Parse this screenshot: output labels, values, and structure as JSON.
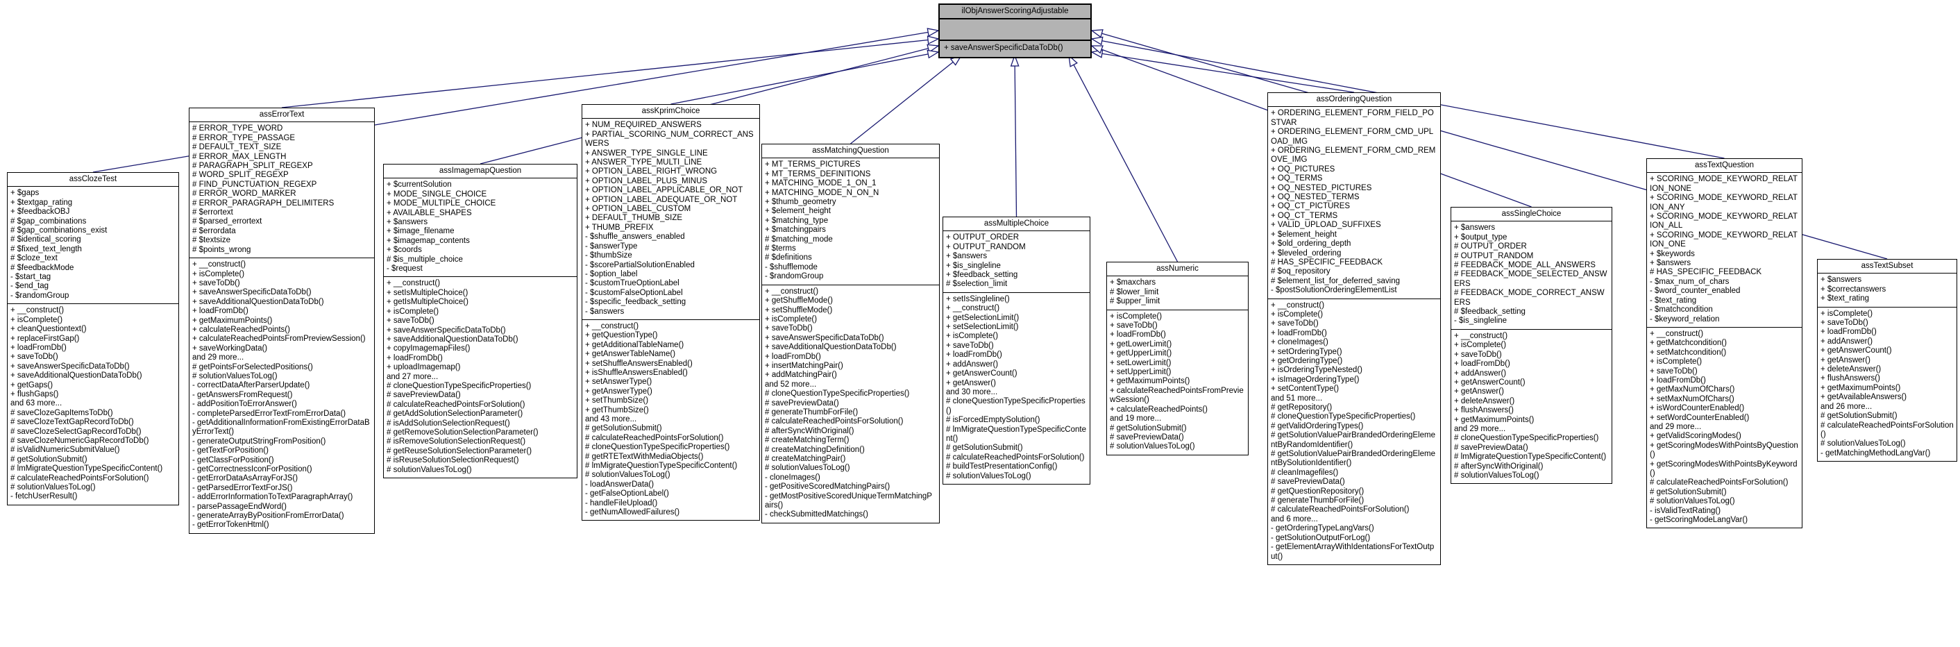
{
  "colors": {
    "edge": "#191970",
    "parent_fill": "#b3b3b3",
    "class_fill": "#ffffff",
    "border": "#000000"
  },
  "parent_class": {
    "name": "ilObjAnswerScoringAdjustable",
    "attributes": [],
    "methods": [
      "+ saveAnswerSpecificDataToDb()"
    ]
  },
  "child_classes": [
    {
      "name": "assClozeTest",
      "attributes": [
        "+ $gaps",
        "+ $textgap_rating",
        "+ $feedbackOBJ",
        "# $gap_combinations",
        "# $gap_combinations_exist",
        "# $identical_scoring",
        "# $fixed_text_length",
        "# $cloze_text",
        "# $feedbackMode",
        "- $start_tag",
        "- $end_tag",
        "- $randomGroup"
      ],
      "methods": [
        "+ __construct()",
        "+ isComplete()",
        "+ cleanQuestiontext()",
        "+ replaceFirstGap()",
        "+ loadFromDb()",
        "+ saveToDb()",
        "+ saveAnswerSpecificDataToDb()",
        "+ saveAdditionalQuestionDataToDb()",
        "+ getGaps()",
        "+ flushGaps()",
        "and 63 more...",
        "# saveClozeGapItemsToDb()",
        "# saveClozeTextGapRecordToDb()",
        "# saveClozeSelectGapRecordToDb()",
        "# saveClozeNumericGapRecordToDb()",
        "# isValidNumericSubmitValue()",
        "# getSolutionSubmit()",
        "# lmMigrateQuestionTypeSpecificContent()",
        "# calculateReachedPointsForSolution()",
        "# solutionValuesToLog()",
        "- fetchUserResult()"
      ]
    },
    {
      "name": "assErrorText",
      "attributes": [
        "# ERROR_TYPE_WORD",
        "# ERROR_TYPE_PASSAGE",
        "# DEFAULT_TEXT_SIZE",
        "# ERROR_MAX_LENGTH",
        "# PARAGRAPH_SPLIT_REGEXP",
        "# WORD_SPLIT_REGEXP",
        "# FIND_PUNCTUATION_REGEXP",
        "# ERROR_WORD_MARKER",
        "# ERROR_PARAGRAPH_DELIMITERS",
        "# $errortext",
        "# $parsed_errortext",
        "# $errordata",
        "# $textsize",
        "# $points_wrong"
      ],
      "methods": [
        "+ __construct()",
        "+ isComplete()",
        "+ saveToDb()",
        "+ saveAnswerSpecificDataToDb()",
        "+ saveAdditionalQuestionDataToDb()",
        "+ loadFromDb()",
        "+ getMaximumPoints()",
        "+ calculateReachedPoints()",
        "+ calculateReachedPointsFromPreviewSession()",
        "+ saveWorkingData()",
        "and 29 more...",
        "# getPointsForSelectedPositions()",
        "# solutionValuesToLog()",
        "- correctDataAfterParserUpdate()",
        "- getAnswersFromRequest()",
        "- addPositionToErrorAnswer()",
        "- completeParsedErrorTextFromErrorData()",
        "- getAdditionalInformationFromExistingErrorDataByErrorText()",
        "- generateOutputStringFromPosition()",
        "- getTextForPosition()",
        "- getClassForPosition()",
        "- getCorrectnessIconForPosition()",
        "- getErrorDataAsArrayForJS()",
        "- getParsedErrorTextForJS()",
        "- addErrorInformationToTextParagraphArray()",
        "- parsePassageEndWord()",
        "- generateArrayByPositionFromErrorData()",
        "- getErrorTokenHtml()"
      ]
    },
    {
      "name": "assImagemapQuestion",
      "attributes": [
        "+ $currentSolution",
        "+ MODE_SINGLE_CHOICE",
        "+ MODE_MULTIPLE_CHOICE",
        "+ AVAILABLE_SHAPES",
        "+ $answers",
        "+ $image_filename",
        "+ $imagemap_contents",
        "+ $coords",
        "# $is_multiple_choice",
        "- $request"
      ],
      "methods": [
        "+ __construct()",
        "+ setIsMultipleChoice()",
        "+ getIsMultipleChoice()",
        "+ isComplete()",
        "+ saveToDb()",
        "+ saveAnswerSpecificDataToDb()",
        "+ saveAdditionalQuestionDataToDb()",
        "+ copyImagemapFiles()",
        "+ loadFromDb()",
        "+ uploadImagemap()",
        "and 27 more...",
        "# cloneQuestionTypeSpecificProperties()",
        "# savePreviewData()",
        "# calculateReachedPointsForSolution()",
        "# getAddSolutionSelectionParameter()",
        "# isAddSolutionSelectionRequest()",
        "# getRemoveSolutionSelectionParameter()",
        "# isRemoveSolutionSelectionRequest()",
        "# getReuseSolutionSelectionParameter()",
        "# isReuseSolutionSelectionRequest()",
        "# solutionValuesToLog()"
      ]
    },
    {
      "name": "assKprimChoice",
      "attributes": [
        "+ NUM_REQUIRED_ANSWERS",
        "+ PARTIAL_SCORING_NUM_CORRECT_ANSWERS",
        "+ ANSWER_TYPE_SINGLE_LINE",
        "+ ANSWER_TYPE_MULTI_LINE",
        "+ OPTION_LABEL_RIGHT_WRONG",
        "+ OPTION_LABEL_PLUS_MINUS",
        "+ OPTION_LABEL_APPLICABLE_OR_NOT",
        "+ OPTION_LABEL_ADEQUATE_OR_NOT",
        "+ OPTION_LABEL_CUSTOM",
        "+ DEFAULT_THUMB_SIZE",
        "+ THUMB_PREFIX",
        "- $shuffle_answers_enabled",
        "- $answerType",
        "- $thumbSize",
        "- $scorePartialSolutionEnabled",
        "- $option_label",
        "- $customTrueOptionLabel",
        "- $customFalseOptionLabel",
        "- $specific_feedback_setting",
        "- $answers"
      ],
      "methods": [
        "+ __construct()",
        "+ getQuestionType()",
        "+ getAdditionalTableName()",
        "+ getAnswerTableName()",
        "+ setShuffleAnswersEnabled()",
        "+ isShuffleAnswersEnabled()",
        "+ setAnswerType()",
        "+ getAnswerType()",
        "+ setThumbSize()",
        "+ getThumbSize()",
        "and 43 more...",
        "# getSolutionSubmit()",
        "# calculateReachedPointsForSolution()",
        "# cloneQuestionTypeSpecificProperties()",
        "# getRTETextWithMediaObjects()",
        "# lmMigrateQuestionTypeSpecificContent()",
        "# solutionValuesToLog()",
        "- loadAnswerData()",
        "- getFalseOptionLabel()",
        "- handleFileUpload()",
        "- getNumAllowedFailures()"
      ]
    },
    {
      "name": "assMatchingQuestion",
      "attributes": [
        "+ MT_TERMS_PICTURES",
        "+ MT_TERMS_DEFINITIONS",
        "+ MATCHING_MODE_1_ON_1",
        "+ MATCHING_MODE_N_ON_N",
        "+ $thumb_geometry",
        "+ $element_height",
        "+ $matching_type",
        "+ $matchingpairs",
        "# $matching_mode",
        "# $terms",
        "# $definitions",
        "- $shufflemode",
        "- $randomGroup"
      ],
      "methods": [
        "+ __construct()",
        "+ getShuffleMode()",
        "+ setShuffleMode()",
        "+ isComplete()",
        "+ saveToDb()",
        "+ saveAnswerSpecificDataToDb()",
        "+ saveAdditionalQuestionDataToDb()",
        "+ loadFromDb()",
        "+ insertMatchingPair()",
        "+ addMatchingPair()",
        "and 52 more...",
        "# cloneQuestionTypeSpecificProperties()",
        "# savePreviewData()",
        "# generateThumbForFile()",
        "# calculateReachedPointsForSolution()",
        "# afterSyncWithOriginal()",
        "# createMatchingTerm()",
        "# createMatchingDefinition()",
        "# createMatchingPair()",
        "# solutionValuesToLog()",
        "- cloneImages()",
        "- getPositiveScoredMatchingPairs()",
        "- getMostPositiveScoredUniqueTermMatchingPairs()",
        "- checkSubmittedMatchings()"
      ]
    },
    {
      "name": "assMultipleChoice",
      "attributes": [
        "+ OUTPUT_ORDER",
        "+ OUTPUT_RANDOM",
        "+ $answers",
        "+ $is_singleline",
        "+ $feedback_setting",
        "# $selection_limit"
      ],
      "methods": [
        "+ setIsSingleline()",
        "+ __construct()",
        "+ getSelectionLimit()",
        "+ setSelectionLimit()",
        "+ isComplete()",
        "+ saveToDb()",
        "+ loadFromDb()",
        "+ addAnswer()",
        "+ getAnswerCount()",
        "+ getAnswer()",
        "and 30 more...",
        "# cloneQuestionTypeSpecificProperties()",
        "# isForcedEmptySolution()",
        "# lmMigrateQuestionTypeSpecificContent()",
        "# getSolutionSubmit()",
        "# calculateReachedPointsForSolution()",
        "# buildTestPresentationConfig()",
        "# solutionValuesToLog()"
      ]
    },
    {
      "name": "assNumeric",
      "attributes": [
        "+ $maxchars",
        "# $lower_limit",
        "# $upper_limit"
      ],
      "methods": [
        "+ isComplete()",
        "+ saveToDb()",
        "+ loadFromDb()",
        "+ getLowerLimit()",
        "+ getUpperLimit()",
        "+ setLowerLimit()",
        "+ setUpperLimit()",
        "+ getMaximumPoints()",
        "+ calculateReachedPointsFromPreviewSession()",
        "+ calculateReachedPoints()",
        "and 19 more...",
        "# getSolutionSubmit()",
        "# savePreviewData()",
        "# solutionValuesToLog()"
      ]
    },
    {
      "name": "assOrderingQuestion",
      "attributes": [
        "+ ORDERING_ELEMENT_FORM_FIELD_POSTVAR",
        "+ ORDERING_ELEMENT_FORM_CMD_UPLOAD_IMG",
        "+ ORDERING_ELEMENT_FORM_CMD_REMOVE_IMG",
        "+ OQ_PICTURES",
        "+ OQ_TERMS",
        "+ OQ_NESTED_PICTURES",
        "+ OQ_NESTED_TERMS",
        "+ OQ_CT_PICTURES",
        "+ OQ_CT_TERMS",
        "+ VALID_UPLOAD_SUFFIXES",
        "+ $element_height",
        "+ $old_ordering_depth",
        "+ $leveled_ordering",
        "# HAS_SPECIFIC_FEEDBACK",
        "# $oq_repository",
        "# $element_list_for_deferred_saving",
        "- $postSolutionOrderingElementList"
      ],
      "methods": [
        "+ __construct()",
        "+ isComplete()",
        "+ saveToDb()",
        "+ loadFromDb()",
        "+ cloneImages()",
        "+ setOrderingType()",
        "+ getOrderingType()",
        "+ isOrderingTypeNested()",
        "+ isImageOrderingType()",
        "+ setContentType()",
        "and 51 more...",
        "# getRepository()",
        "# cloneQuestionTypeSpecificProperties()",
        "# getValidOrderingTypes()",
        "# getSolutionValuePairBrandedOrderingElementByRandomIdentifier()",
        "# getSolutionValuePairBrandedOrderingElementBySolutionIdentifier()",
        "# cleanImagefiles()",
        "# savePreviewData()",
        "# getQuestionRepository()",
        "# generateThumbForFile()",
        "# calculateReachedPointsForSolution()",
        "and 6 more...",
        "- getOrderingTypeLangVars()",
        "- getSolutionOutputForLog()",
        "- getElementArrayWithIdentationsForTextOutput()"
      ]
    },
    {
      "name": "assSingleChoice",
      "attributes": [
        "+ $answers",
        "+ $output_type",
        "# OUTPUT_ORDER",
        "# OUTPUT_RANDOM",
        "# FEEDBACK_MODE_ALL_ANSWERS",
        "# FEEDBACK_MODE_SELECTED_ANSWERS",
        "# FEEDBACK_MODE_CORRECT_ANSWERS",
        "# $feedback_setting",
        "- $is_singleline"
      ],
      "methods": [
        "+ __construct()",
        "+ isComplete()",
        "+ saveToDb()",
        "+ loadFromDb()",
        "+ addAnswer()",
        "+ getAnswerCount()",
        "+ getAnswer()",
        "+ deleteAnswer()",
        "+ flushAnswers()",
        "+ getMaximumPoints()",
        "and 29 more...",
        "# cloneQuestionTypeSpecificProperties()",
        "# savePreviewData()",
        "# lmMigrateQuestionTypeSpecificContent()",
        "# afterSyncWithOriginal()",
        "# solutionValuesToLog()"
      ]
    },
    {
      "name": "assTextQuestion",
      "attributes": [
        "+ SCORING_MODE_KEYWORD_RELATION_NONE",
        "+ SCORING_MODE_KEYWORD_RELATION_ANY",
        "+ SCORING_MODE_KEYWORD_RELATION_ALL",
        "+ SCORING_MODE_KEYWORD_RELATION_ONE",
        "+ $keywords",
        "+ $answers",
        "# HAS_SPECIFIC_FEEDBACK",
        "- $max_num_of_chars",
        "- $word_counter_enabled",
        "- $text_rating",
        "- $matchcondition",
        "- $keyword_relation"
      ],
      "methods": [
        "+ __construct()",
        "+ getMatchcondition()",
        "+ setMatchcondition()",
        "+ isComplete()",
        "+ saveToDb()",
        "+ loadFromDb()",
        "+ getMaxNumOfChars()",
        "+ setMaxNumOfChars()",
        "+ isWordCounterEnabled()",
        "+ setWordCounterEnabled()",
        "and 29 more...",
        "+ getValidScoringModes()",
        "+ getScoringModesWithPointsByQuestion()",
        "+ getScoringModesWithPointsByKeyword()",
        "# calculateReachedPointsForSolution()",
        "# getSolutionSubmit()",
        "# solutionValuesToLog()",
        "- isValidTextRating()",
        "- getScoringModeLangVar()"
      ]
    },
    {
      "name": "assTextSubset",
      "attributes": [
        "+ $answers",
        "+ $correctanswers",
        "+ $text_rating"
      ],
      "methods": [
        "+ isComplete()",
        "+ saveToDb()",
        "+ loadFromDb()",
        "+ addAnswer()",
        "+ getAnswerCount()",
        "+ getAnswer()",
        "+ deleteAnswer()",
        "+ flushAnswers()",
        "+ getMaximumPoints()",
        "+ getAvailableAnswers()",
        "and 26 more...",
        "# getSolutionSubmit()",
        "# calculateReachedPointsForSolution()",
        "# solutionValuesToLog()",
        "- getMatchingMethodLangVar()"
      ]
    }
  ]
}
